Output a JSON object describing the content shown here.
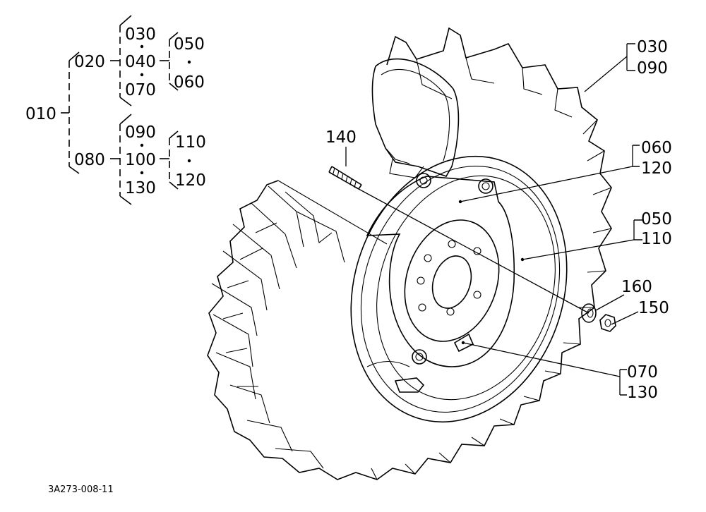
{
  "tree": {
    "root": "010",
    "group1": {
      "head": "020",
      "items": [
        "030",
        "040",
        "070"
      ],
      "sub": [
        "050",
        "060"
      ]
    },
    "group2": {
      "head": "080",
      "items": [
        "090",
        "100",
        "130"
      ],
      "sub": [
        "110",
        "120"
      ]
    }
  },
  "callouts": {
    "c030_090": [
      "030",
      "090"
    ],
    "c060_120": [
      "060",
      "120"
    ],
    "c050_110": [
      "050",
      "110"
    ],
    "c070_130": [
      "070",
      "130"
    ],
    "c140": "140",
    "c160": "160",
    "c150": "150"
  },
  "drawing_ref": "3A273-008-11"
}
